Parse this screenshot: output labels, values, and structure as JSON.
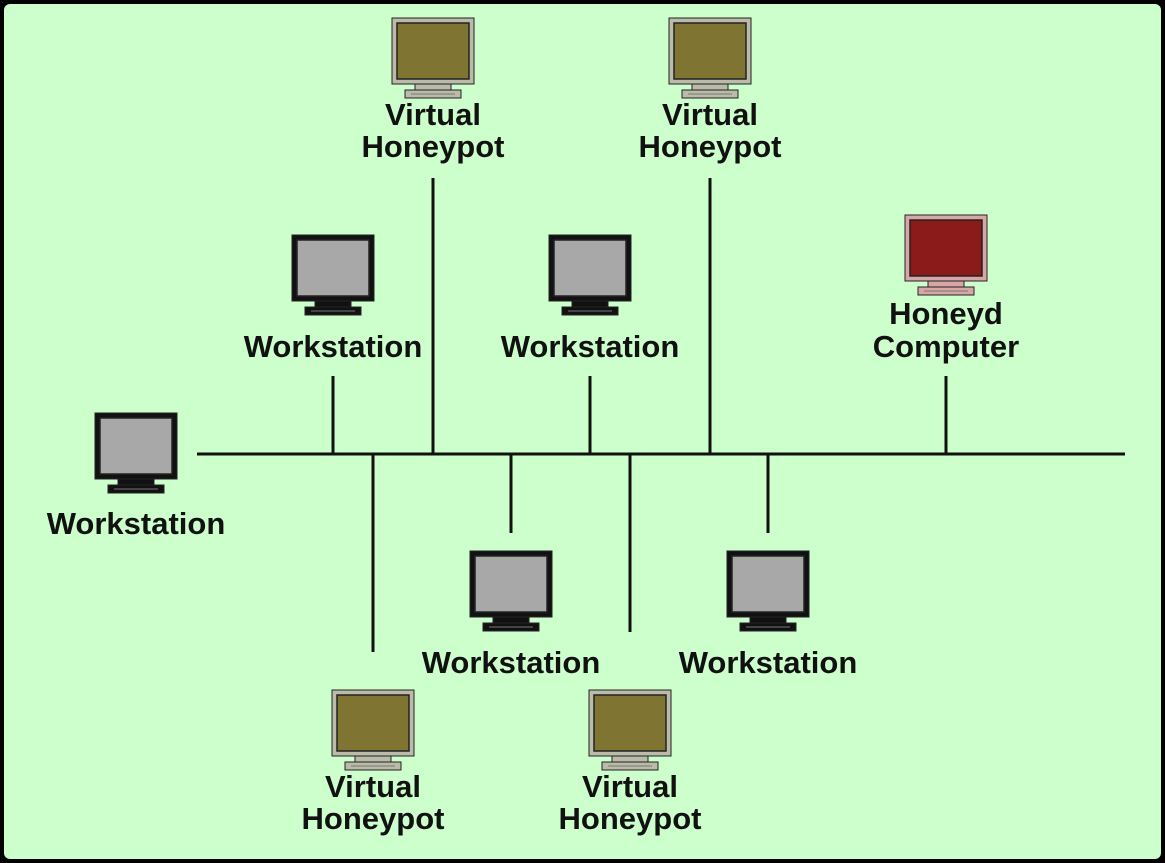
{
  "diagram": {
    "nodes": [
      {
        "id": "vh-top-left",
        "kind": "virtual-honeypot",
        "lines": [
          "Virtual",
          "Honeypot"
        ]
      },
      {
        "id": "vh-top-right",
        "kind": "virtual-honeypot",
        "lines": [
          "Virtual",
          "Honeypot"
        ]
      },
      {
        "id": "ws-upper-left",
        "kind": "workstation",
        "lines": [
          "Workstation"
        ]
      },
      {
        "id": "ws-upper-mid",
        "kind": "workstation",
        "lines": [
          "Workstation"
        ]
      },
      {
        "id": "honeyd",
        "kind": "honeyd-computer",
        "lines": [
          "Honeyd",
          "Computer"
        ]
      },
      {
        "id": "ws-far-left",
        "kind": "workstation",
        "lines": [
          "Workstation"
        ]
      },
      {
        "id": "ws-lower-mid",
        "kind": "workstation",
        "lines": [
          "Workstation"
        ]
      },
      {
        "id": "ws-lower-right",
        "kind": "workstation",
        "lines": [
          "Workstation"
        ]
      },
      {
        "id": "vh-bottom-left",
        "kind": "virtual-honeypot",
        "lines": [
          "Virtual",
          "Honeypot"
        ]
      },
      {
        "id": "vh-bottom-mid",
        "kind": "virtual-honeypot",
        "lines": [
          "Virtual",
          "Honeypot"
        ]
      }
    ],
    "colors": {
      "background": "#ccffcc",
      "frame": "#000000",
      "line": "#111111",
      "workstation_bezel": "#111111",
      "workstation_screen": "#a8a8a8",
      "honeypot_bezel": "#bbbbaa",
      "honeypot_screen": "#807432",
      "honeyd_bezel": "#d9a6a6",
      "honeyd_screen": "#8b1a1a"
    },
    "icons": {
      "workstation": "computer-monitor-icon",
      "virtual-honeypot": "virtual-honeypot-monitor-icon",
      "honeyd-computer": "honeyd-computer-monitor-icon"
    }
  }
}
